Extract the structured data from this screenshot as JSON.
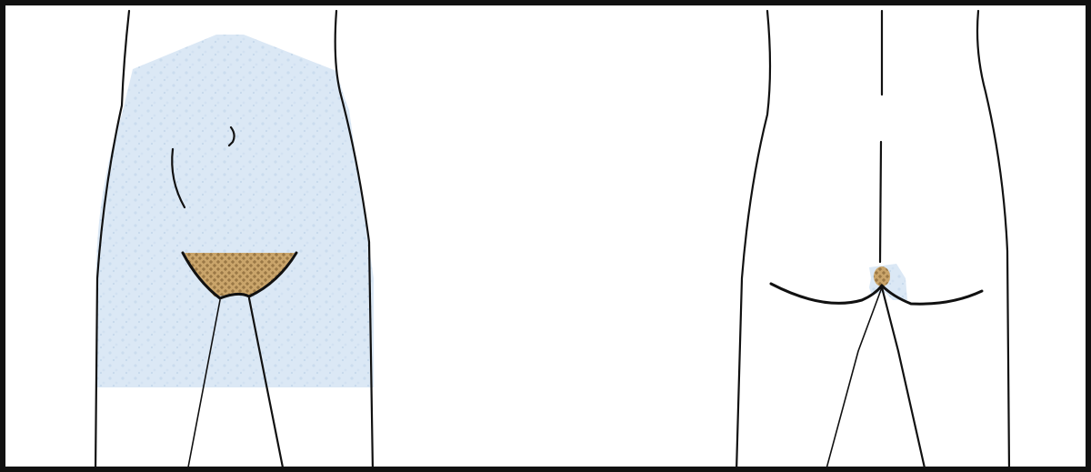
{
  "figure": {
    "views": [
      {
        "name": "front-view"
      },
      {
        "name": "back-view"
      }
    ],
    "colors": {
      "frame_border": "#111111",
      "background": "#ffffff",
      "outline": "#111111",
      "light_area_fill": "#dbe8f5",
      "light_area_speckle": "#cbdcee",
      "dark_area_fill": "#c9a46a",
      "dark_area_pattern": "#8b6a3a"
    },
    "regions": [
      {
        "name": "front-light-blue-area",
        "fill": "light_area_fill"
      },
      {
        "name": "front-brown-patterned-area",
        "fill": "dark_area_fill"
      },
      {
        "name": "back-light-blue-area",
        "fill": "light_area_fill"
      },
      {
        "name": "back-brown-spot",
        "fill": "dark_area_fill"
      }
    ]
  }
}
